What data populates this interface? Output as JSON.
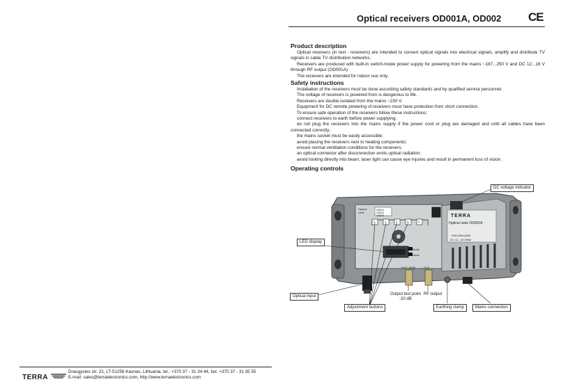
{
  "header": {
    "title": "Optical receivers OD001A, OD002",
    "ce_mark": "CE"
  },
  "product": {
    "heading": "Product description",
    "p1": "Optical receivers (in text - receivers) are intended to convert optical signals into electrical signals, amplify and distribute TV signals in cable TV distribution networks.",
    "p2": "Receivers are produced with built-in switch-mode power supply for powering from the mains ~187...250 V and DC 12...18 V through RF output (OD001A).",
    "p3": "The receivers are intended for indoor use only."
  },
  "safety": {
    "heading": "Safety instructions",
    "lines": [
      "Installation of the receivers must be done according safety standards and by qualified service personnel.",
      "The voltage of receivers is powered from is dangerous to life.",
      "Receivers are double isolated from the mains ~230 V.",
      "Equipment for DC remote powering of receivers must have protection from short connection.",
      "To ensure safe operation of the receivers follow these instructions:",
      "connect receivers to earth before power supplying;",
      "do not plug the receivers into the mains supply if the power cord or plug are damaged and until all cables have been connected correctly;",
      "the mains socket must be easily accessible;",
      "avoid placing the receivers next to heating components;",
      "ensure normal ventilation conditions for the receivers;",
      "an optical connector after disconnection emits optical radiation;",
      "avoid looking directly into beam, laser light can cause eye injuries and result in permanent loss of vision."
    ]
  },
  "operating": {
    "heading": "Operating controls"
  },
  "figure": {
    "dc_voltage_indicator": "DC voltage indicator",
    "led_display": "LED display",
    "optical_input": "Optical input",
    "adjustment_buttons": "Adjustment buttons",
    "output_test_point": "Output test point",
    "output_test_level": "-20 dB",
    "rf_output": "RF output",
    "earthing_clamp": "Earthing clamp",
    "mains_connection": "Mains connection",
    "device_brand": "TERRA",
    "device_model": "Optical node OD001A",
    "device_voltage": "~230V/50Hz/6W",
    "device_dc": "DC 12...18 V/5W",
    "panel_optical_code": "Optical code",
    "panel_mode": "Mode",
    "panel_value": "Value",
    "panel_out_minus20": "OUT -20dB",
    "panel_out": "OUT",
    "panel_codes": [
      "OD001",
      "OD002",
      "OD003"
    ],
    "panel_button_numbers": [
      "0",
      "1",
      "2",
      "3",
      "4"
    ]
  },
  "footer": {
    "logo": "TERRA",
    "address": "Draugystes str. 22, LT-51256 Kaunas, Lithuania, tel.: +370 37 - 31 34 44, fax: +370 37 - 31 35 55",
    "contacts": "E-mail:  sales@terraelectronics.com,  http://www.terraelectronics.com"
  },
  "colors": {
    "text": "#1a1a1a",
    "device_body": "#8e9295",
    "device_dark": "#55595c",
    "panel": "#cfd3d4"
  }
}
